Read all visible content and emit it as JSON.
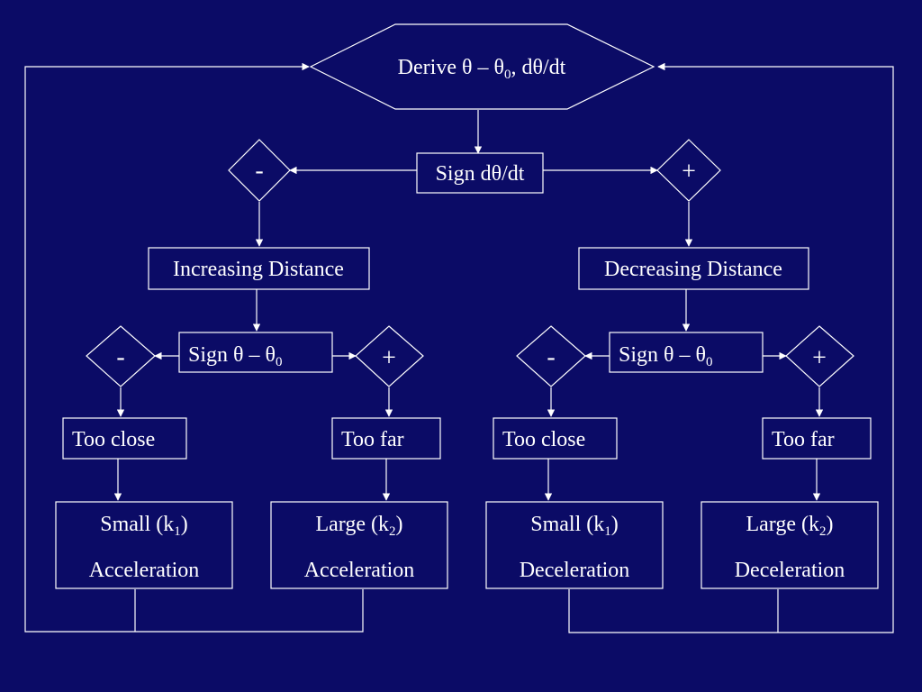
{
  "colors": {
    "background": "#0b0b66",
    "foreground": "#ffffff"
  },
  "nodes": {
    "derive": {
      "pre": "Derive θ – θ",
      "sub": "0",
      "post": ", dθ/dt"
    },
    "sign_dtheta": "Sign dθ/dt",
    "minus_top": "-",
    "plus_top": "+",
    "increasing": "Increasing Distance",
    "decreasing": "Decreasing Distance",
    "sign_theta_left": {
      "pre": "Sign θ – θ",
      "sub": "0"
    },
    "sign_theta_right": {
      "pre": "Sign θ – θ",
      "sub": "0"
    },
    "minus_left": "-",
    "plus_left": "+",
    "minus_right": "-",
    "plus_right": "+",
    "too_close_left": "Too close",
    "too_far_left": "Too far",
    "too_close_right": "Too close",
    "too_far_right": "Too far",
    "small_accel": {
      "pre": "Small (k",
      "sub": "1",
      "post": ")",
      "line2": "Acceleration"
    },
    "large_accel": {
      "pre": "Large (k",
      "sub": "2",
      "post": ")",
      "line2": "Acceleration"
    },
    "small_decel": {
      "pre": "Small (k",
      "sub": "1",
      "post": ")",
      "line2": "Deceleration"
    },
    "large_decel": {
      "pre": "Large (k",
      "sub": "2",
      "post": ")",
      "line2": "Deceleration"
    }
  }
}
